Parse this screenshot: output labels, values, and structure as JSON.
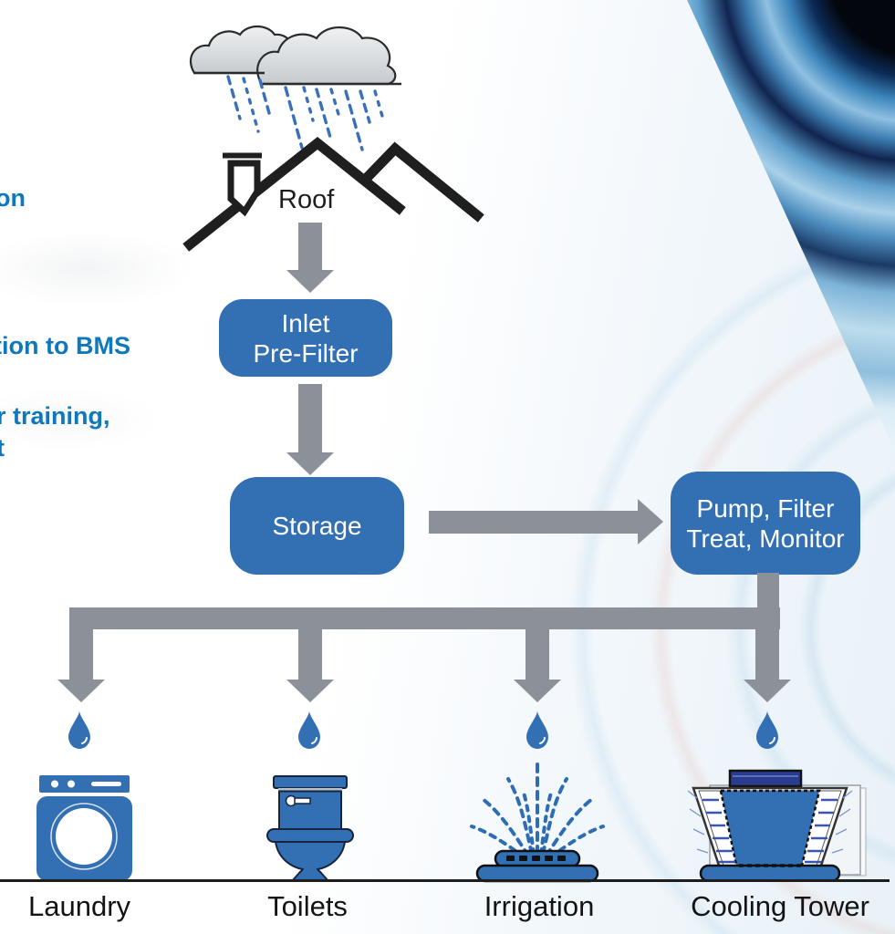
{
  "side_notes": {
    "fragments": [
      {
        "text": "on"
      },
      {
        "text": "tion to BMS"
      },
      {
        "text": "r training,"
      },
      {
        "text": "t"
      }
    ]
  },
  "flow": {
    "roof": "Roof",
    "inlet": {
      "line1": "Inlet",
      "line2": "Pre-Filter"
    },
    "storage": "Storage",
    "pump": {
      "line1": "Pump, Filter",
      "line2": "Treat, Monitor"
    }
  },
  "destinations": [
    {
      "label": "Laundry",
      "icon": "washing-machine-icon"
    },
    {
      "label": "Toilets",
      "icon": "toilet-icon"
    },
    {
      "label": "Irrigation",
      "icon": "sprinkler-icon"
    },
    {
      "label": "Cooling Tower",
      "icon": "cooling-tower-icon"
    }
  ],
  "colors": {
    "node_blue": "#336fb3",
    "accent_text_blue": "#0f78bd",
    "arrow_gray": "#8c9199",
    "rain_blue": "#3a6fbc",
    "outline_black": "#1f1f1f",
    "swirl_dark_navy": "#0c2b57"
  }
}
